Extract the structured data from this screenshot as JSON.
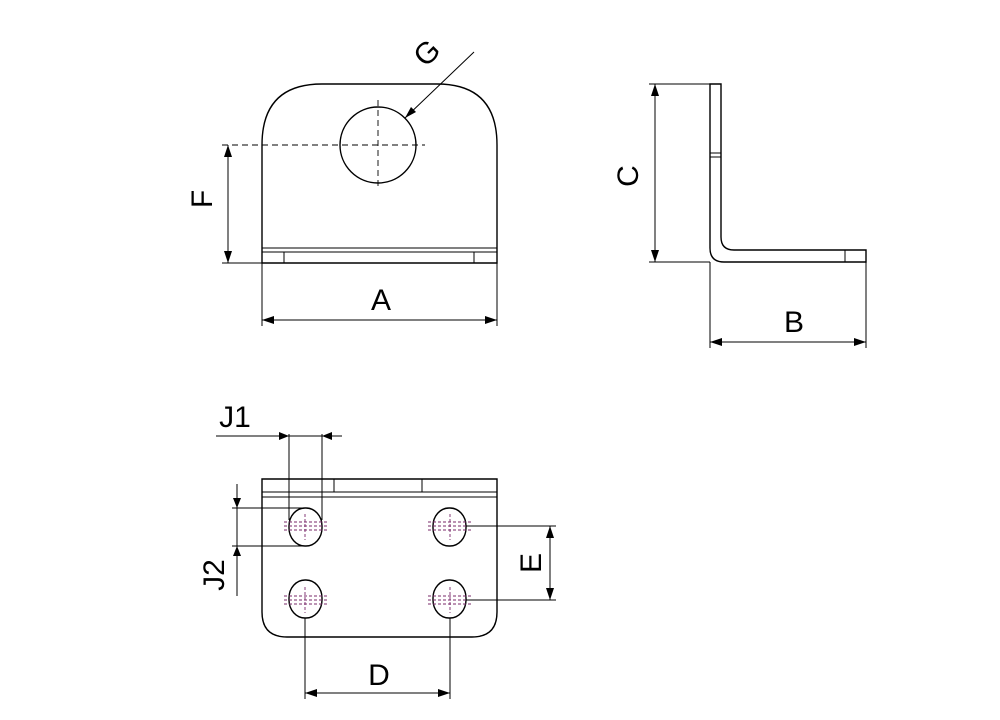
{
  "labels": {
    "a": "A",
    "b": "B",
    "c": "C",
    "d": "D",
    "e": "E",
    "f": "F",
    "g": "G",
    "j1": "J1",
    "j2": "J2"
  },
  "colors": {
    "line": "#000000",
    "hole_center": "#7a2a6a",
    "background": "#ffffff"
  }
}
